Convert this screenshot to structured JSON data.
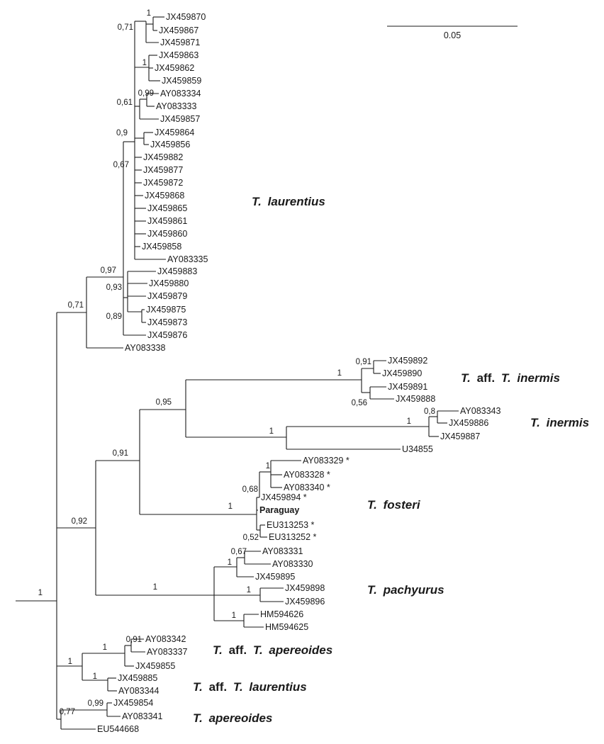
{
  "scale_bar": {
    "label": "0.05"
  },
  "clade_labels": {
    "laurentius": {
      "genus": "T.",
      "name": "laurentius"
    },
    "aff_inermis": {
      "genus": "T.",
      "aff": "aff.",
      "genus2": "T.",
      "name": "inermis"
    },
    "inermis": {
      "genus": "T.",
      "name": "inermis"
    },
    "fosteri": {
      "genus": "T.",
      "name": "fosteri"
    },
    "pachyurus": {
      "genus": "T.",
      "name": "pachyurus"
    },
    "aff_apereoides": {
      "genus": "T.",
      "aff": "aff.",
      "genus2": "T.",
      "name": "apereoides"
    },
    "aff_laurentius": {
      "genus": "T.",
      "aff": "aff.",
      "genus2": "T.",
      "name": "laurentius"
    },
    "apereoides": {
      "genus": "T.",
      "name": "apereoides"
    }
  },
  "tips": [
    "JX459870",
    "JX459867",
    "JX459871",
    "JX459863",
    "JX459862",
    "JX459859",
    "AY083334",
    "AY083333",
    "JX459857",
    "JX459864",
    "JX459856",
    "JX459882",
    "JX459877",
    "JX459872",
    "JX459868",
    "JX459865",
    "JX459861",
    "JX459860",
    "JX459858",
    "AY083335",
    "JX459883",
    "JX459880",
    "JX459879",
    "JX459875",
    "JX459873",
    "JX459876",
    "AY083338",
    "JX459892",
    "JX459890",
    "JX459891",
    "JX459888",
    "AY083343",
    "JX459886",
    "JX459887",
    "U34855",
    "AY083329 *",
    "AY083328 *",
    "AY083340 *",
    "JX459894 *",
    "Paraguay",
    "EU313253 *",
    "EU313252 *",
    "AY083331",
    "AY083330",
    "JX459895",
    "JX459898",
    "JX459896",
    "HM594626",
    "HM594625",
    "AY083342",
    "AY083337",
    "JX459855",
    "JX459885",
    "AY083344",
    "JX459854",
    "AY083341",
    "EU544668"
  ],
  "support_values": [
    "1",
    "0,71",
    "1",
    "0,99",
    "0,61",
    "0,9",
    "0,67",
    "0,97",
    "0,93",
    "0,89",
    "0,71",
    "0,91",
    "1",
    "0,56",
    "0,8",
    "1",
    "1",
    "0,95",
    "0,91",
    "1",
    "0,68",
    "1",
    "0,52",
    "0,67",
    "1",
    "1",
    "1",
    "1",
    "0,92",
    "1",
    "0,91",
    "1",
    "1",
    "1",
    "0,99",
    "0,77"
  ]
}
